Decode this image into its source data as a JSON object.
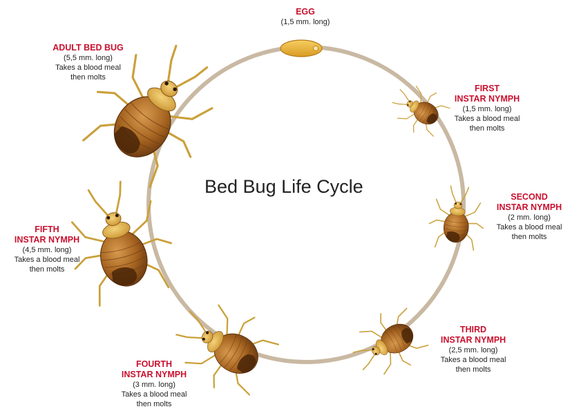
{
  "diagram": {
    "title": "Bed Bug Life Cycle",
    "stages": [
      {
        "name": "EGG",
        "desc": "(1,5 mm. long)"
      },
      {
        "name": "FIRST\nINSTAR NYMPH",
        "desc": "(1,5 mm. long)\nTakes a blood meal\nthen molts"
      },
      {
        "name": "SECOND\nINSTAR NYMPH",
        "desc": "(2 mm. long)\nTakes a blood meal\nthen molts"
      },
      {
        "name": "THIRD\nINSTAR NYMPH",
        "desc": "(2,5 mm. long)\nTakes a blood meal\nthen molts"
      },
      {
        "name": "FOURTH\nINSTAR NYMPH",
        "desc": "(3 mm. long)\nTakes a blood meal\nthen molts"
      },
      {
        "name": "FIFTH\nINSTAR NYMPH",
        "desc": "(4,5 mm. long)\nTakes a blood meal\nthen molts"
      },
      {
        "name": "ADULT BED BUG",
        "desc": "(5,5 mm. long)\nTakes a blood meal\nthen molts"
      }
    ]
  },
  "colors": {
    "label_red": "#c8102e",
    "cycle_ring": "#c9b9a3",
    "body_brown": "#9a5a1c",
    "body_dark": "#5a2e0e",
    "leg_yellow": "#e0b63e",
    "egg_yellow": "#e8b53a"
  }
}
